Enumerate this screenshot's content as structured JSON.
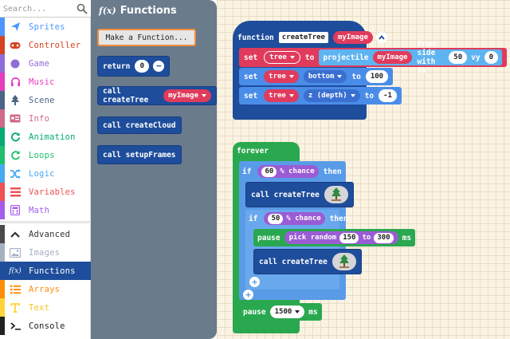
{
  "search": {
    "placeholder": "Search..."
  },
  "categories": [
    {
      "label": "Sprites",
      "color": "#4c97ff",
      "icon": "paper-plane-icon"
    },
    {
      "label": "Controller",
      "color": "#d54322",
      "icon": "gamepad-icon"
    },
    {
      "label": "Game",
      "color": "#8f6dd8",
      "icon": "circle-icon"
    },
    {
      "label": "Music",
      "color": "#e63cbe",
      "icon": "headphones-icon"
    },
    {
      "label": "Scene",
      "color": "#4b6584",
      "icon": "tree-icon"
    },
    {
      "label": "Info",
      "color": "#cf6a87",
      "icon": "id-card-icon"
    },
    {
      "label": "Animation",
      "color": "#03aa74",
      "icon": "refresh-icon"
    },
    {
      "label": "Loops",
      "color": "#20bf6b",
      "icon": "loop-icon"
    },
    {
      "label": "Logic",
      "color": "#45aaf2",
      "icon": "shuffle-icon"
    },
    {
      "label": "Variables",
      "color": "#ee5253",
      "icon": "list-icon"
    },
    {
      "label": "Math",
      "color": "#a55eea",
      "icon": "calculator-icon"
    },
    {
      "label": "Advanced",
      "color": "#4a4a4a",
      "icon": "chevron-up-icon"
    },
    {
      "label": "Images",
      "color": "#a5b1c2",
      "icon": "image-icon"
    },
    {
      "label": "Functions",
      "color": "#1e4d9b",
      "icon": "function-icon"
    },
    {
      "label": "Arrays",
      "color": "#ff8f08",
      "icon": "list-ul-icon"
    },
    {
      "label": "Text",
      "color": "#ffd43a",
      "icon": "text-icon"
    },
    {
      "label": "Console",
      "color": "#222222",
      "icon": "terminal-icon"
    }
  ],
  "selected_category": "Functions",
  "flyout": {
    "title": "Functions",
    "fx_glyph": "f(x)",
    "make_button": "Make a Function...",
    "return_label": "return",
    "return_value": "0",
    "call_createTree": "call createTree",
    "call_createTree_arg": "myImage",
    "call_createCloud": "call createCloud",
    "call_setupFrames": "call setupFrames"
  },
  "function_block": {
    "keyword": "function",
    "name": "createTree",
    "param": "myImage",
    "stmt1": {
      "set": "set",
      "var": "tree",
      "to": "to",
      "projectile": "projectile",
      "img": "myImage",
      "from": "from side with vx",
      "vx": "50",
      "vy_label": "vy",
      "vy": "0"
    },
    "stmt2": {
      "set": "set",
      "var": "tree",
      "prop": "bottom",
      "to": "to",
      "value": "100"
    },
    "stmt3": {
      "set": "set",
      "var": "tree",
      "prop": "z (depth)",
      "to": "to",
      "value": "-1"
    }
  },
  "forever_block": {
    "label": "forever",
    "if1": {
      "if": "if",
      "percent": "60",
      "chance": "% chance",
      "then": "then"
    },
    "call1": "call createTree",
    "if2": {
      "if": "if",
      "percent": "50",
      "chance": "% chance",
      "then": "then"
    },
    "pause1": {
      "pause": "pause",
      "pick": "pick random",
      "from": "150",
      "to": "to",
      "max": "300",
      "ms": "ms"
    },
    "call2": "call createTree",
    "pause2": {
      "pause": "pause",
      "value": "1500",
      "ms": "ms"
    }
  }
}
